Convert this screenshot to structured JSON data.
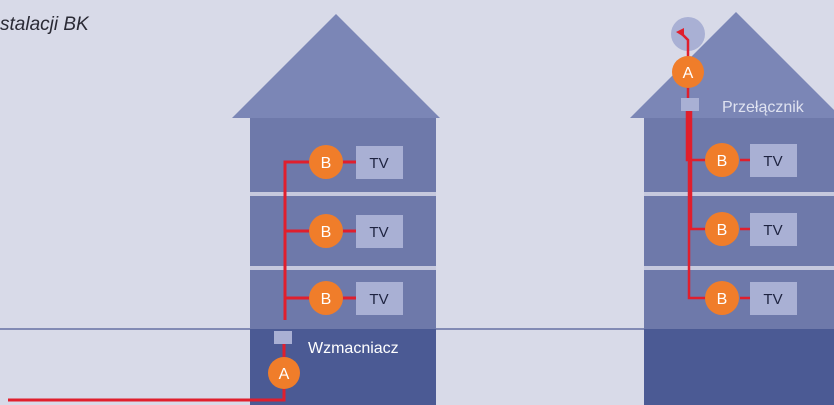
{
  "title": "stalacji BK",
  "colors": {
    "background": "#d8dae8",
    "house_roof": "#7b86b6",
    "house_body": "#6e79aa",
    "house_basement": "#4b5a94",
    "floor_divider": "#c6c9de",
    "tv_box": "#a9b0d4",
    "node_orange": "#f07d2a",
    "cable_red": "#e01f2d",
    "ground_line": "#4e5b94"
  },
  "left_house": {
    "amplifier_label": "Wzmacniacz",
    "node_a_label": "A",
    "floors": [
      {
        "node_label": "B",
        "tv_label": "TV"
      },
      {
        "node_label": "B",
        "tv_label": "TV"
      },
      {
        "node_label": "B",
        "tv_label": "TV"
      }
    ]
  },
  "right_house": {
    "switch_label": "Przełącznik",
    "node_a_label": "A",
    "floors": [
      {
        "node_label": "B",
        "tv_label": "TV"
      },
      {
        "node_label": "B",
        "tv_label": "TV"
      },
      {
        "node_label": "B",
        "tv_label": "TV"
      }
    ]
  }
}
